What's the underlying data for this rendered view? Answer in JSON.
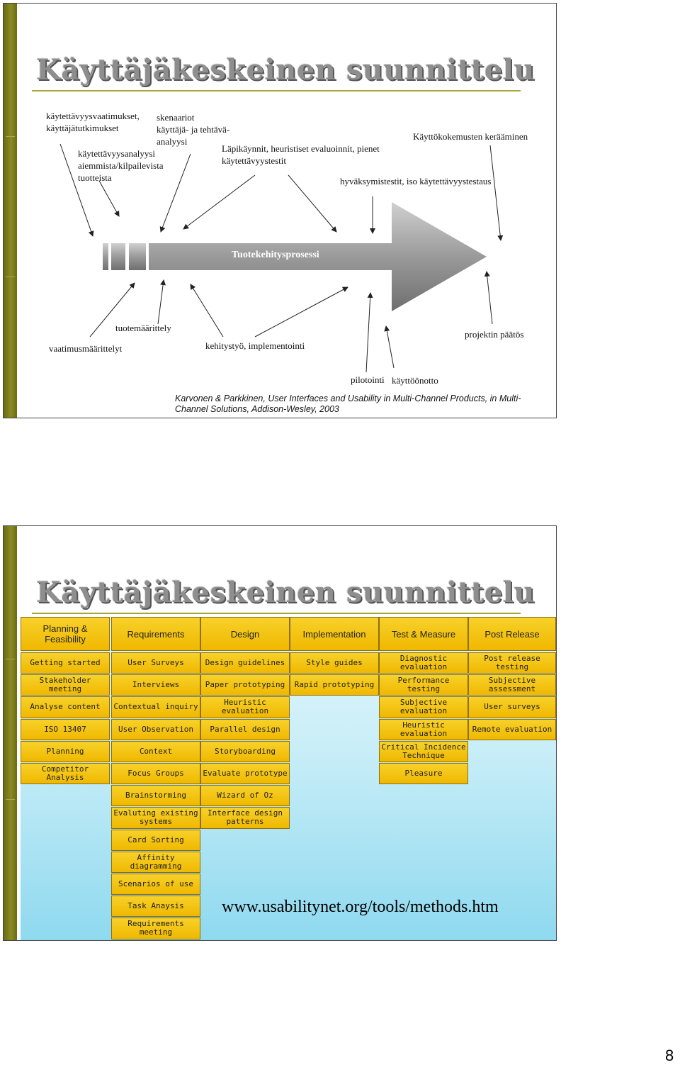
{
  "slide1": {
    "title": "Käyttäjäkeskeinen suunnittelu",
    "process_label": "Tuotekehitysprosessi",
    "labels_top": {
      "requirements": [
        "käytettävyysvaatimukset,",
        "käyttäjätutkimukset"
      ],
      "scenarios": [
        "skenaariot",
        "käyttäjä- ja tehtävä-",
        "analyysi"
      ],
      "competitor": [
        "käytettävyysanalyysi",
        "aiemmista/kilpailevista",
        "tuotteista"
      ],
      "walkthroughs": [
        "Läpikäynnit, heuristiset evaluoinnit, pienet",
        "käytettävyystestit"
      ],
      "experiences": "Käyttökokemusten kerääminen",
      "acceptance": "hyväksymistestit, iso käytettävyystestaus"
    },
    "labels_bottom": {
      "product_spec": "tuotemäärittely",
      "requirements_spec": "vaatimusmäärittelyt",
      "development": "kehitystyö, implementointi",
      "project_decision": "projektin päätös",
      "pilot": "pilotointi",
      "deployment": "käyttöönotto"
    },
    "citation": "Karvonen & Parkkinen, User Interfaces and Usability in Multi-Channel Products, in Multi-Channel Solutions, Addison-Wesley, 2003"
  },
  "slide2": {
    "title": "Käyttäjäkeskeinen suunnittelu",
    "url": "www.usabilitynet.org/tools/methods.htm",
    "columns": [
      {
        "header": "Planning & Feasibility",
        "items": [
          "Getting started",
          "Stakeholder meeting",
          "Analyse content",
          "ISO 13407",
          "Planning",
          "Competitor Analysis"
        ]
      },
      {
        "header": "Requirements",
        "items": [
          "User Surveys",
          "Interviews",
          "Contextual inquiry",
          "User Observation",
          "Context",
          "Focus Groups",
          "Brainstorming",
          "Evaluting existing systems",
          "Card Sorting",
          "Affinity diagramming",
          "Scenarios of use",
          "Task Anaysis",
          "Requirements meeting"
        ]
      },
      {
        "header": "Design",
        "items": [
          "Design guidelines",
          "Paper prototyping",
          "Heuristic evaluation",
          "Parallel design",
          "Storyboarding",
          "Evaluate prototype",
          "Wizard of Oz",
          "Interface design patterns"
        ]
      },
      {
        "header": "Implementation",
        "items": [
          "Style guides",
          "Rapid prototyping"
        ]
      },
      {
        "header": "Test & Measure",
        "items": [
          "Diagnostic evaluation",
          "Performance testing",
          "Subjective evaluation",
          "Heuristic evaluation",
          "Critical Incidence Technique",
          "Pleasure"
        ]
      },
      {
        "header": "Post Release",
        "items": [
          "Post release testing",
          "Subjective assessment",
          "User surveys",
          "Remote evaluation"
        ]
      }
    ]
  },
  "page_number": "8"
}
